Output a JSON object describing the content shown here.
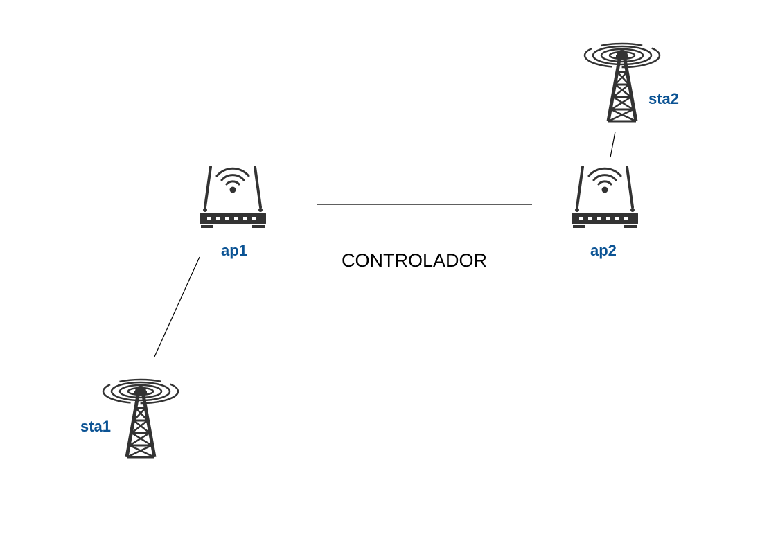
{
  "diagram": {
    "nodes": {
      "ap1": {
        "label": "ap1",
        "icon": "wifi-router-icon"
      },
      "ap2": {
        "label": "ap2",
        "icon": "wifi-router-icon"
      },
      "sta1": {
        "label": "sta1",
        "icon": "radio-tower-icon"
      },
      "sta2": {
        "label": "sta2",
        "icon": "radio-tower-icon"
      }
    },
    "links": [
      {
        "from": "ap1",
        "to": "ap2",
        "label": "CONTROLADOR"
      },
      {
        "from": "ap1",
        "to": "sta1",
        "label": ""
      },
      {
        "from": "ap2",
        "to": "sta2",
        "label": ""
      }
    ]
  },
  "colors": {
    "label": "#0b5394",
    "line": "#000000",
    "icon": "#333333",
    "background": "#ffffff"
  }
}
